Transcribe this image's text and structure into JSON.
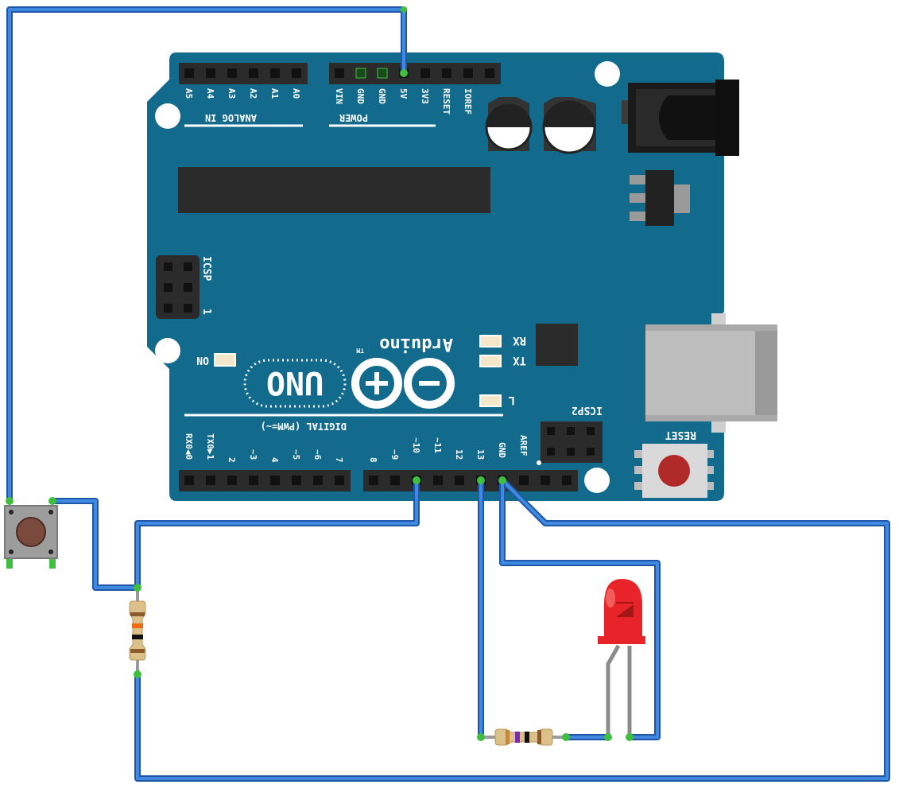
{
  "board": {
    "analog_header_label": "ANALOG IN",
    "analog_pins": [
      "A5",
      "A4",
      "A3",
      "A2",
      "A1",
      "A0"
    ],
    "power_header_label": "POWER",
    "power_pins": [
      "VIN",
      "GND",
      "GND",
      "5V",
      "3V3",
      "RESET",
      "IOREF"
    ],
    "icsp_label": "ICSP",
    "icsp_pin1": "1",
    "on_label": "ON",
    "brand": "Arduino",
    "tm": "TM",
    "model": "UNO",
    "rx_label": "RX",
    "tx_label": "TX",
    "l_label": "L",
    "icsp2_label": "ICSP2",
    "reset_label": "RESET",
    "digital_header_label": "DIGITAL (PWM=~)",
    "digital_pins": [
      "RX0◀0",
      "TX0▶1",
      "2",
      "~3",
      "4",
      "~5",
      "~6",
      "7",
      "8",
      "~9",
      "~10",
      "~11",
      "12",
      "13",
      "GND",
      "AREF"
    ]
  },
  "colors": {
    "board": "#126a8c",
    "wire": "#1f56a8",
    "wire_highlight": "#3f8ae0",
    "led": "#e8242a",
    "header": "#2b2b2b"
  }
}
